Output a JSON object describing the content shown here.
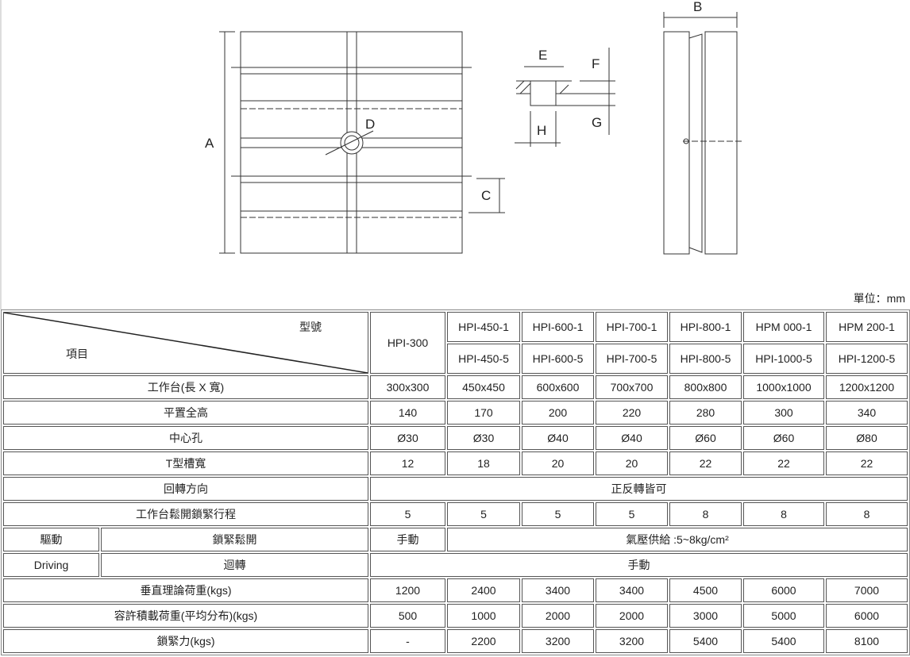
{
  "drawing": {
    "labels": {
      "A": "A",
      "B": "B",
      "C": "C",
      "D": "D",
      "E": "E",
      "F": "F",
      "G": "G",
      "H": "H"
    }
  },
  "unit": "單位：mm",
  "header": {
    "model": "型號",
    "item": "項目",
    "hpi300": "HPI-300",
    "models_1": [
      "HPI-450-1",
      "HPI-600-1",
      "HPI-700-1",
      "HPI-800-1",
      "HPM 000-1",
      "HPM 200-1"
    ],
    "models_5": [
      "HPI-450-5",
      "HPI-600-5",
      "HPI-700-5",
      "HPI-800-5",
      "HPI-1000-5",
      "HPI-1200-5"
    ]
  },
  "rows": [
    {
      "label": "工作台(長 X 寬)",
      "values": [
        "300x300",
        "450x450",
        "600x600",
        "700x700",
        "800x800",
        "1000x1000",
        "1200x1200"
      ]
    },
    {
      "label": "平置全高",
      "values": [
        "140",
        "170",
        "200",
        "220",
        "280",
        "300",
        "340"
      ]
    },
    {
      "label": "中心孔",
      "values": [
        "Ø30",
        "Ø30",
        "Ø40",
        "Ø40",
        "Ø60",
        "Ø60",
        "Ø80"
      ]
    },
    {
      "label": "T型槽寬",
      "values": [
        "12",
        "18",
        "20",
        "20",
        "22",
        "22",
        "22"
      ]
    }
  ],
  "rotation": {
    "label": "回轉方向",
    "value": "正反轉皆可"
  },
  "stroke": {
    "label": "工作台鬆開鎖緊行程",
    "values": [
      "5",
      "5",
      "5",
      "5",
      "8",
      "8",
      "8"
    ]
  },
  "driving": {
    "group_cn": "驅動",
    "group_en": "Driving",
    "lock_label": "鎖緊鬆開",
    "lock_manual": "手動",
    "lock_air": "氣壓供給 :5~8kg/cm²",
    "rotate_label": "迴轉",
    "rotate_value": "手動"
  },
  "rows2": [
    {
      "label": "垂直理論荷重(kgs)",
      "values": [
        "1200",
        "2400",
        "3400",
        "3400",
        "4500",
        "6000",
        "7000"
      ]
    },
    {
      "label": "容許積載荷重(平均分布)(kgs)",
      "values": [
        "500",
        "1000",
        "2000",
        "2000",
        "3000",
        "5000",
        "6000"
      ]
    },
    {
      "label": "鎖緊力(kgs)",
      "values": [
        "-",
        "2200",
        "3200",
        "3200",
        "5400",
        "5400",
        "8100"
      ]
    }
  ]
}
